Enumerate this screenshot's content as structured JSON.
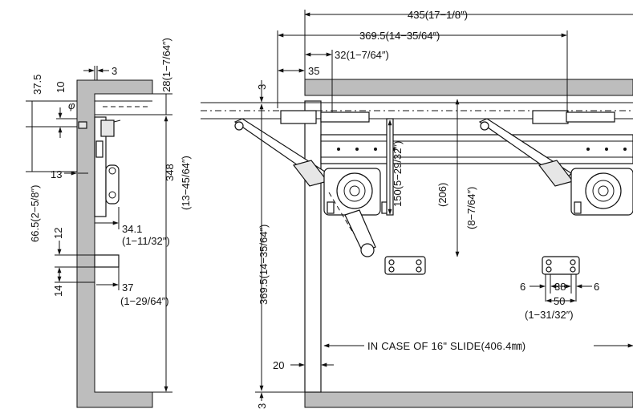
{
  "title": "",
  "dimensions": {
    "overall_depth": "435(17−1/8″)",
    "depth_2": "369.5(14−35/64″)",
    "offset_32": "32(1−7/64″)",
    "offset_35": "35",
    "side_3": "3",
    "side_37_5": "37.5",
    "side_10": "10",
    "phi": "φ",
    "top_28": "28(1−7/64″)",
    "height_66_5": "66.5(2−5/8″)",
    "side_13": "13",
    "height_348": "348",
    "height_348_in": "(13−45/64″)",
    "offset_34_1": "34.1",
    "offset_34_1_in": "(1−11/32″)",
    "side_12": "12",
    "side_14": "14",
    "offset_37": "37",
    "offset_37_in": "(1−29/64″)",
    "height_369_5": "369.5(14−35/64″)",
    "top_3": "3",
    "bottom_3": "3",
    "stroke_150": "150(5−29/32″)",
    "stroke_206": "(206)",
    "stroke_206_in": "(8−7/64″)",
    "side_20": "20",
    "bracket_6_left": "6",
    "bracket_38": "38",
    "bracket_6_right": "6",
    "bracket_50": "50",
    "bracket_50_in": "(1−31/32″)"
  },
  "notes": {
    "slide_case": "IN CASE OF 16\" SLIDE(406.4㎜)"
  },
  "colors": {
    "panel_fill": "#bdbdbd",
    "line": "#111111",
    "background": "#ffffff"
  }
}
